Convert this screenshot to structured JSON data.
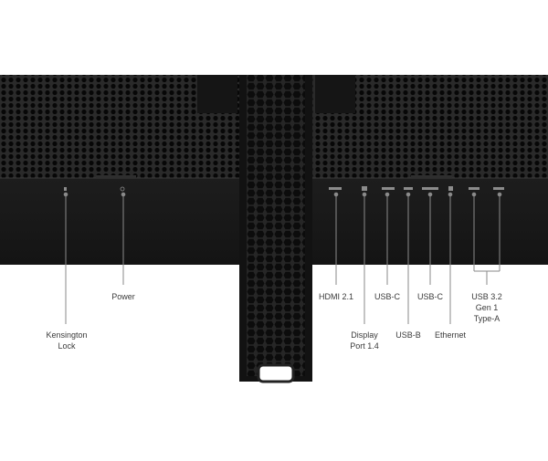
{
  "labels": {
    "kensington": [
      "Kensington",
      "Lock"
    ],
    "power": [
      "Power"
    ],
    "hdmi": [
      "HDMI 2.1"
    ],
    "displayport": [
      "Display",
      "Port 1.4"
    ],
    "usbc_1": [
      "USB-C"
    ],
    "usbb": [
      "USB-B"
    ],
    "usbc_2": [
      "USB-C"
    ],
    "ethernet": [
      "Ethernet"
    ],
    "usba": [
      "USB 3.2",
      "Gen 1",
      "Type-A"
    ]
  },
  "colors": {
    "background": "#ffffff",
    "housing": "#1a1a1a",
    "mesh": "#0e0e0e",
    "stand": "#161616",
    "callout_line": "#8a8a8a",
    "label_text": "#3a3a3a"
  }
}
